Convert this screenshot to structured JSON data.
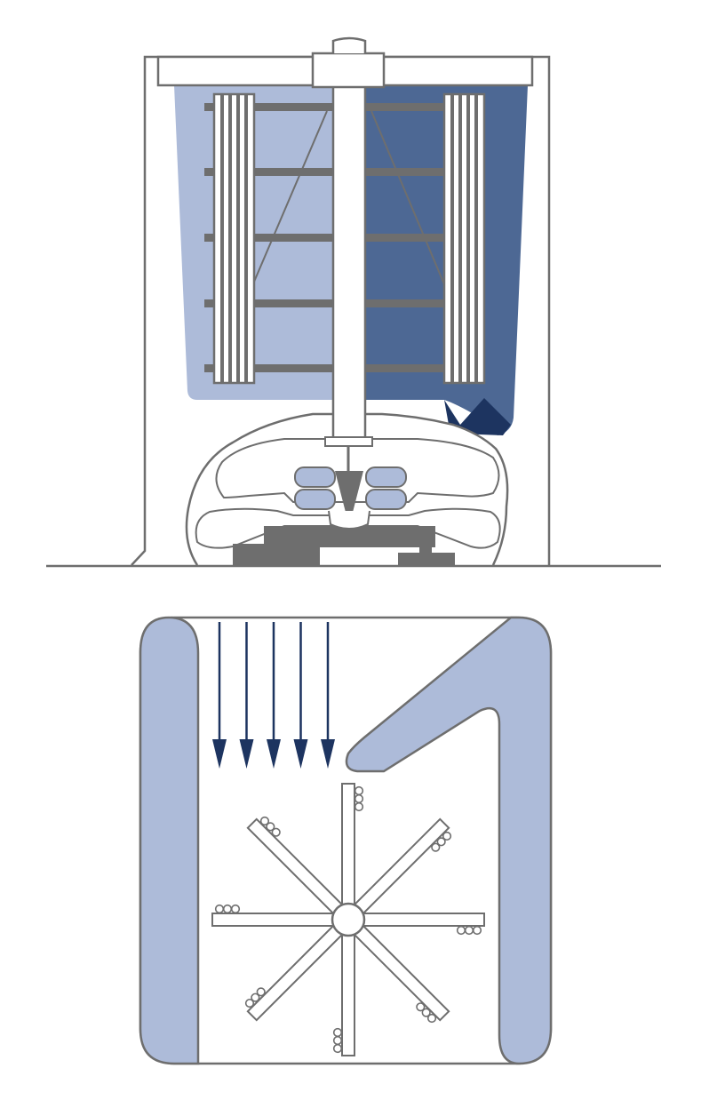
{
  "diagram": {
    "upper": {
      "subject": "side-section-of-vertical-shaft-rotor-on-bearing-base",
      "sail_panels": 2,
      "blade_grid_bars": 5
    },
    "lower": {
      "subject": "top-view-of-radial-blade-rotor-in-walled-housing",
      "spokes": 8,
      "wind_arrows": 5,
      "rollers_per_spoke_tip": 3
    }
  },
  "colors": {
    "outline": "#6e6e6e",
    "light_blue": "#adbbd9",
    "mid_blue": "#4d6894",
    "navy": "#1d3460",
    "bar_gray": "#6e6e6e",
    "background": "#ffffff"
  }
}
